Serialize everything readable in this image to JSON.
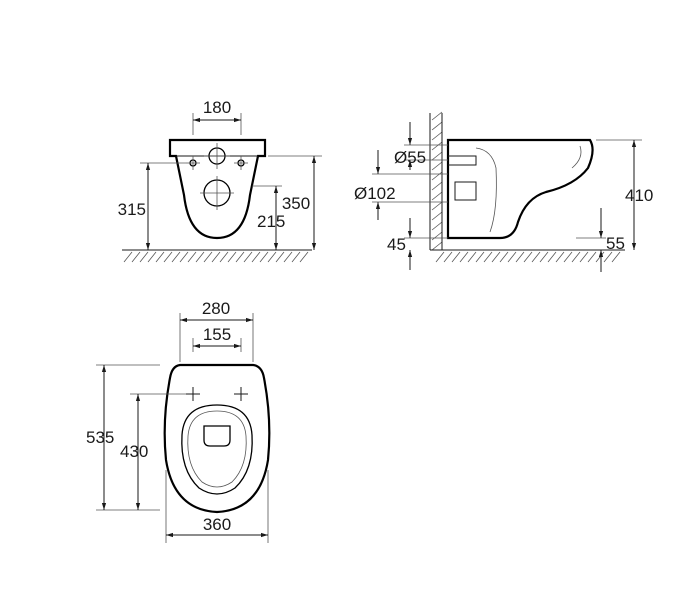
{
  "front_view": {
    "top_width": "180",
    "left_height": "315",
    "right_height": "350",
    "inner_height": "215"
  },
  "side_view": {
    "inlet_diameter": "Ø55",
    "outlet_diameter": "Ø102",
    "outlet_height": "45",
    "total_height": "410",
    "bottom_offset": "55"
  },
  "top_view": {
    "outer_width": "280",
    "hole_spacing": "155",
    "total_length": "535",
    "inner_length": "430",
    "bowl_width": "360"
  }
}
